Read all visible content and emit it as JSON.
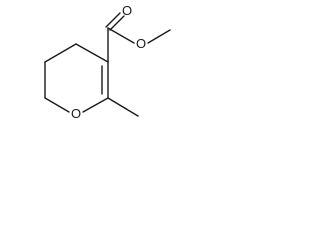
{
  "molecule": {
    "atoms": {
      "carbonyl_oxygen": "O",
      "ester_oxygen": "O",
      "ring_oxygen": "O"
    }
  },
  "colors": {
    "bond": "#1a1a1a",
    "background": "#ffffff"
  }
}
